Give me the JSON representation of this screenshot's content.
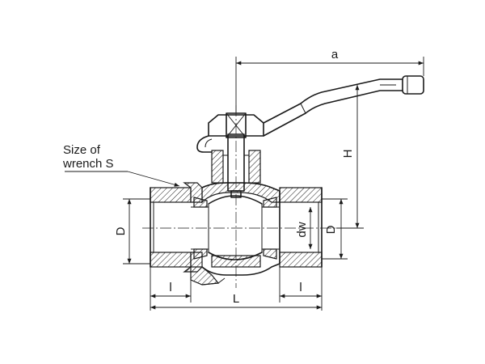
{
  "labels": {
    "a": "a",
    "H": "H",
    "D_left": "D",
    "D_right": "D",
    "dw": "dw",
    "l_left": "l",
    "l_right": "l",
    "L": "L"
  },
  "note": {
    "line1": "Size of",
    "line2": "wrench S"
  }
}
